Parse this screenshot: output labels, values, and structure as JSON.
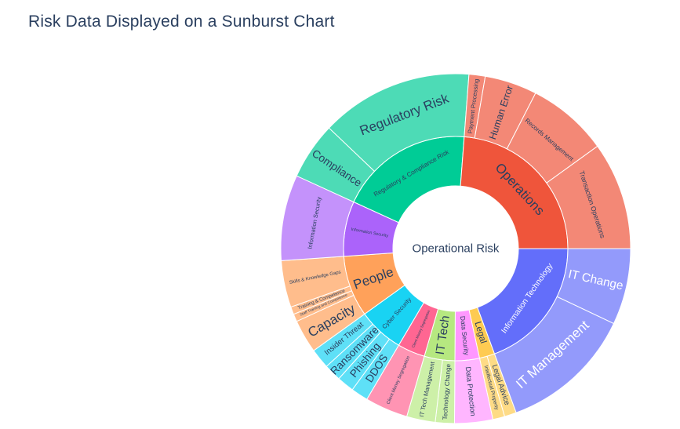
{
  "title": "Risk Data Displayed on a Sunburst Chart",
  "chart_data": {
    "type": "sunburst",
    "title": "Risk Data Displayed on a Sunburst Chart",
    "root": "Operational Risk",
    "nodes": [
      {
        "id": "info_tech",
        "label": "Information Technology",
        "parent": "root",
        "value": 22,
        "color": "#636efa",
        "text_color": "#ffffff"
      },
      {
        "id": "it_change",
        "label": "IT Change",
        "parent": "info_tech",
        "value": 8,
        "color": "#939afb",
        "text_color": "#ffffff"
      },
      {
        "id": "it_mgmt",
        "label": "IT Management",
        "parent": "info_tech",
        "value": 14,
        "color": "#939afb",
        "text_color": "#ffffff"
      },
      {
        "id": "legal",
        "label": "Legal",
        "parent": "root",
        "value": 2.5,
        "color": "#fecb52",
        "text_color": "#2a3f5f"
      },
      {
        "id": "legal_advice",
        "label": "Legal Advice",
        "parent": "legal",
        "value": 1.25,
        "color": "#fedb86",
        "text_color": "#2a3f5f"
      },
      {
        "id": "ip",
        "label": "Intellectual Property",
        "parent": "legal",
        "value": 1.25,
        "color": "#fedb86",
        "text_color": "#2a3f5f"
      },
      {
        "id": "data_sec",
        "label": "Data Security",
        "parent": "root",
        "value": 4,
        "color": "#ff97ff",
        "text_color": "#2a3f5f"
      },
      {
        "id": "data_prot",
        "label": "Data Protection",
        "parent": "data_sec",
        "value": 4,
        "color": "#ffb6ff",
        "text_color": "#2a3f5f"
      },
      {
        "id": "it_tech",
        "label": "IT Tech",
        "parent": "root",
        "value": 5,
        "color": "#b6e880",
        "text_color": "#2a3f5f"
      },
      {
        "id": "tech_change",
        "label": "Technology Change",
        "parent": "it_tech",
        "value": 2,
        "color": "#cdf0a8",
        "text_color": "#2a3f5f"
      },
      {
        "id": "it_tech_mgmt",
        "label": "IT Tech Management",
        "parent": "it_tech",
        "value": 3,
        "color": "#cdf0a8",
        "text_color": "#2a3f5f"
      },
      {
        "id": "client_money",
        "label": "Client Money Segregation",
        "parent": "root",
        "value": 4.5,
        "color": "#ff6692",
        "text_color": "#2a3f5f"
      },
      {
        "id": "client_money_seg",
        "label": "Client Money Segregation",
        "parent": "client_money",
        "value": 4.5,
        "color": "#ff94b3",
        "text_color": "#2a3f5f"
      },
      {
        "id": "cyber",
        "label": "Cyber Security",
        "parent": "root",
        "value": 7.5,
        "color": "#19d3f3",
        "text_color": "#2a3f5f"
      },
      {
        "id": "ddos",
        "label": "DDOS",
        "parent": "cyber",
        "value": 1.8,
        "color": "#5ee0f7",
        "text_color": "#2a3f5f"
      },
      {
        "id": "phishing",
        "label": "Phishing",
        "parent": "cyber",
        "value": 1.8,
        "color": "#5ee0f7",
        "text_color": "#2a3f5f"
      },
      {
        "id": "ransomware",
        "label": "Ransomware",
        "parent": "cyber",
        "value": 1.8,
        "color": "#5ee0f7",
        "text_color": "#2a3f5f"
      },
      {
        "id": "insider",
        "label": "Insider Threat",
        "parent": "cyber",
        "value": 2.1,
        "color": "#5ee0f7",
        "text_color": "#2a3f5f"
      },
      {
        "id": "people",
        "label": "People",
        "parent": "root",
        "value": 10,
        "color": "#ffa15a",
        "text_color": "#2a3f5f"
      },
      {
        "id": "capacity",
        "label": "Capacity",
        "parent": "people",
        "value": 3.5,
        "color": "#ffbd8c",
        "text_color": "#2a3f5f"
      },
      {
        "id": "staff_train",
        "label": "Staff Training and Competence",
        "parent": "people",
        "value": 0.8,
        "color": "#ffbd8c",
        "text_color": "#2a3f5f"
      },
      {
        "id": "train_comp",
        "label": "Training & Competence",
        "parent": "people",
        "value": 0.8,
        "color": "#ffbd8c",
        "text_color": "#2a3f5f"
      },
      {
        "id": "skills",
        "label": "Skills & Knowledge Gaps",
        "parent": "people",
        "value": 4.9,
        "color": "#ffbd8c",
        "text_color": "#2a3f5f"
      },
      {
        "id": "infosec",
        "label": "Information Security",
        "parent": "root",
        "value": 9,
        "color": "#ab63fa",
        "text_color": "#2a3f5f"
      },
      {
        "id": "infosec_leaf",
        "label": "Information Security",
        "parent": "infosec",
        "value": 9,
        "color": "#c492fb",
        "text_color": "#2a3f5f"
      },
      {
        "id": "reg",
        "label": "Regulatory & Compliance Risk",
        "parent": "root",
        "value": 22,
        "color": "#00cc96",
        "text_color": "#2a3f5f"
      },
      {
        "id": "compliance",
        "label": "Compliance",
        "parent": "reg",
        "value": 6,
        "color": "#4ddbb6",
        "text_color": "#2a3f5f"
      },
      {
        "id": "reg_risk",
        "label": "Regulatory Risk",
        "parent": "reg",
        "value": 16,
        "color": "#4ddbb6",
        "text_color": "#2a3f5f"
      },
      {
        "id": "operations",
        "label": "Operations",
        "parent": "root",
        "value": 27,
        "color": "#ef553b",
        "text_color": "#2a3f5f"
      },
      {
        "id": "payment",
        "label": "Payment Processing",
        "parent": "operations",
        "value": 1.7,
        "color": "#f38876",
        "text_color": "#2a3f5f"
      },
      {
        "id": "human_error",
        "label": "Human Error",
        "parent": "operations",
        "value": 5.5,
        "color": "#f38876",
        "text_color": "#2a3f5f"
      },
      {
        "id": "records",
        "label": "Records Management",
        "parent": "operations",
        "value": 8.5,
        "color": "#f38876",
        "text_color": "#2a3f5f"
      },
      {
        "id": "transaction",
        "label": "Transaction Operations",
        "parent": "operations",
        "value": 11.3,
        "color": "#f38876",
        "text_color": "#2a3f5f"
      }
    ],
    "root_color": "#ffffff",
    "line_color": "#ffffff",
    "start_angle_deg": 90,
    "direction": "clockwise"
  }
}
